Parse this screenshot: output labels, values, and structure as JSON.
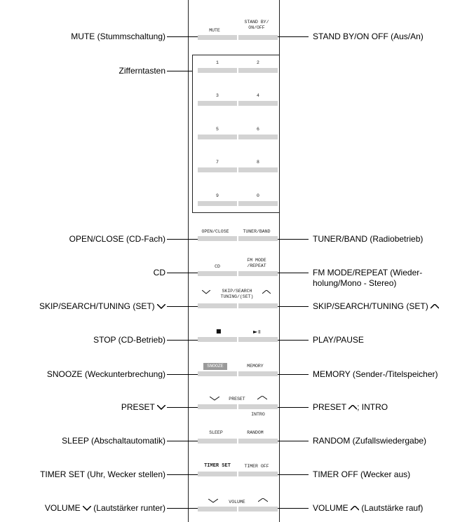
{
  "buttons": {
    "mute": "MUTE",
    "standby_l1": "STAND BY/",
    "standby_l2": "ON/OFF",
    "k1": "1",
    "k2": "2",
    "k3": "3",
    "k4": "4",
    "k5": "5",
    "k6": "6",
    "k7": "7",
    "k8": "8",
    "k9": "9",
    "k0": "0",
    "open_close": "OPEN/CLOSE",
    "tuner_band": "TUNER/BAND",
    "cd": "CD",
    "fm_l1": "FM MODE",
    "fm_l2": "/REPEAT",
    "skip_l1": "SKIP/SEARCH",
    "skip_l2": "TUNING/(SET)",
    "snooze": "SNOOZE",
    "memory": "MEMORY",
    "preset": "PRESET",
    "intro": "INTRO",
    "sleep": "SLEEP",
    "random": "RANDOM",
    "timer_set": "TIMER SET",
    "timer_off": "TIMER OFF",
    "volume": "VOLUME"
  },
  "callouts_left": {
    "mute": "MUTE (Stummschaltung)",
    "keys": "Zifferntasten",
    "open_close": "OPEN/CLOSE (CD-Fach)",
    "cd": "CD",
    "skip_down": "SKIP/SEARCH/TUNING (SET)",
    "stop": "STOP (CD-Betrieb)",
    "snooze": "SNOOZE (Weckunterbrechung)",
    "preset_down": "PRESET",
    "sleep": "SLEEP (Abschaltautomatik)",
    "timer_set": "TIMER SET (Uhr, Wecker stellen)",
    "volume_down_a": "VOLUME",
    "volume_down_b": "(Lautstärker runter)"
  },
  "callouts_right": {
    "standby": "STAND BY/ON OFF (Aus/An)",
    "tuner_band": "TUNER/BAND (Radiobetrieb)",
    "fm_l1": "FM MODE/REPEAT (Wieder-",
    "fm_l2": "holung/Mono - Stereo)",
    "skip_up": "SKIP/SEARCH/TUNING (SET)",
    "play_pause": "PLAY/PAUSE",
    "memory": "MEMORY (Sender-/Titelspeicher)",
    "preset_up_b": "; INTRO",
    "random": "RANDOM (Zufallswiedergabe)",
    "timer_off": "TIMER OFF (Wecker aus)",
    "volume_up_a": "VOLUME",
    "volume_up_b": "(Lautstärke rauf)"
  }
}
